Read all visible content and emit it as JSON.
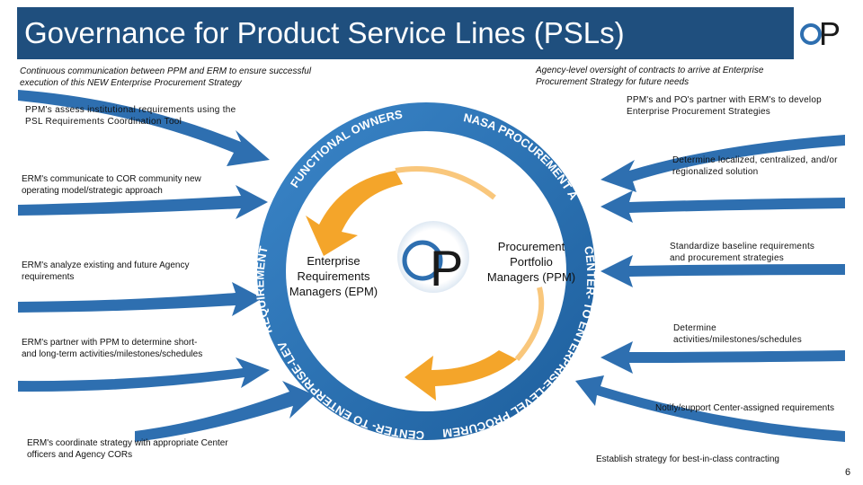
{
  "title": "Governance for Product Service Lines (PSLs)",
  "ring_labels": {
    "functional": "FUNCTIONAL OWNERS/IAAs",
    "nasa": "NASA PROCUREMENT AA",
    "requirements": "REQUIREMENTS",
    "center_right": "CENTER- TO ENTERPRISE-LEVEL PROCUREMENT",
    "center_left": "CENTER- TO ENTERPRISE-LEVEL"
  },
  "center": {
    "logo_letter": "P",
    "left_text": "Enterprise Requirements Managers (EPM)",
    "right_text": "Procurement Portfolio Managers (PPM)"
  },
  "left_notes": [
    "Continuous communication between PPM and ERM to ensure successful execution of this NEW Enterprise Procurement Strategy",
    "PPM's assess institutional requirements using the PSL Requirements Coordination Tool",
    "ERM's communicate to COR community new operating model/strategic approach",
    "ERM's analyze existing and future Agency requirements",
    "ERM's partner with PPM to determine short- and long-term activities/milestones/schedules",
    "ERM's coordinate strategy with appropriate Center officers and Agency CORs"
  ],
  "right_notes": [
    "Agency-level oversight of contracts to arrive at Enterprise Procurement Strategy for future needs",
    "PPM's and PO's partner with ERM's to develop Enterprise Procurement Strategies",
    "Determine localized, centralized, and/or regionalized solution",
    "Standardize baseline requirements and procurement strategies",
    "Determine activities/milestones/schedules",
    "Notify/support Center-assigned requirements",
    "Establish strategy for best-in-class contracting"
  ],
  "page_number": "6",
  "colors": {
    "title_bar": "#1f4f7e",
    "ring": "#2a6fb1",
    "arrow": "#2e6fb0",
    "orange": "#f4a52a"
  }
}
